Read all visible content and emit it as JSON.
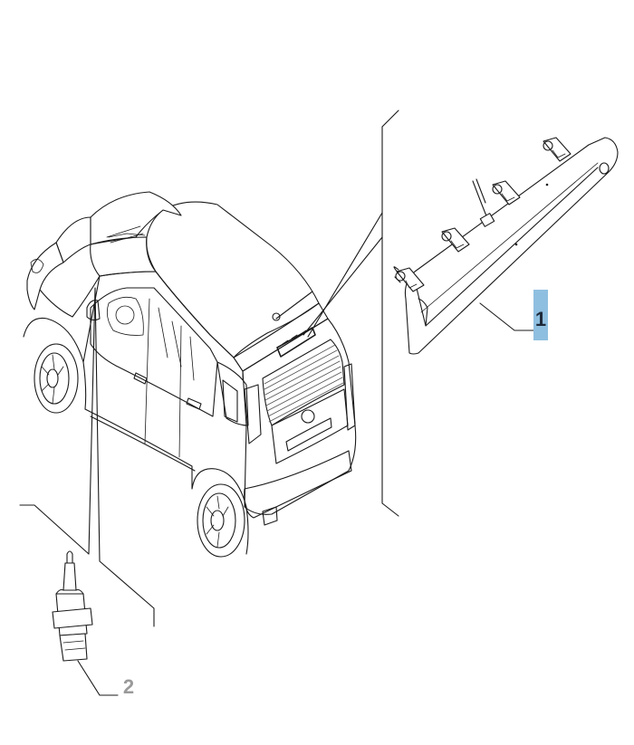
{
  "callouts": [
    {
      "number": "1",
      "part": "third-brake-light",
      "highlight_color": "#8fbfe0"
    },
    {
      "number": "2",
      "part": "brake-light-switch",
      "highlight_color": null
    }
  ],
  "colors": {
    "line": "#1a1a1a",
    "highlight": "#8fbfe0",
    "muted_number": "#9a9a9a",
    "background": "#ffffff"
  }
}
